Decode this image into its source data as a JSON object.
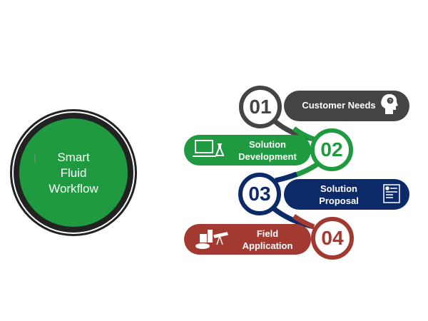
{
  "hub": {
    "line1": "Smart",
    "line2": "Fluid",
    "line3": "Workflow"
  },
  "steps": [
    {
      "number": "01",
      "line1": "Customer Needs",
      "line2": "",
      "icon": "head-question-icon",
      "color": "#444444"
    },
    {
      "number": "02",
      "line1": "Solution",
      "line2": "Development",
      "icon": "laptop-flask-icon",
      "color": "#1f9a40"
    },
    {
      "number": "03",
      "line1": "Solution",
      "line2": "Proposal",
      "icon": "report-document-icon",
      "color": "#0c2a68"
    },
    {
      "number": "04",
      "line1": "Field",
      "line2": "Application",
      "icon": "oil-field-icon",
      "color": "#a23a31"
    }
  ],
  "colors": {
    "hub_green": "#1f9a40",
    "hub_ring": "#222222"
  }
}
